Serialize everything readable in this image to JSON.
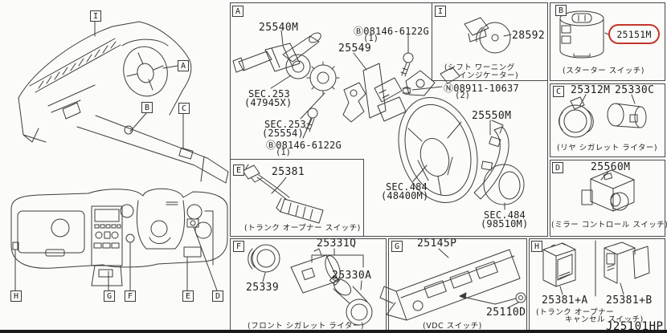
{
  "diagram": {
    "code": "J25101HP",
    "highlighted_part": "25151M",
    "highlight_color": "#c2372b",
    "line_color": "#3c3c3c"
  },
  "callouts": {
    "top_view": [
      "I",
      "A",
      "B",
      "C"
    ],
    "bottom_view": [
      "H",
      "G",
      "F",
      "E",
      "D"
    ]
  },
  "sections": {
    "a": {
      "letter": "A",
      "part_combo_switch": "25540M",
      "bolt_top": "Ⓑ08146-6122G",
      "bolt_top_qty": "(1)",
      "part_bracket": "25549",
      "sec_1": "SEC.253",
      "sec_1_ref": "(47945X)",
      "sec_2": "SEC.253",
      "sec_2_ref": "(25554)",
      "bolt_bottom": "Ⓑ08146-6122G",
      "bolt_bottom_qty": "(1)",
      "nut": "Ⓝ08911-10637",
      "nut_qty": "(2)",
      "part_paddle": "25550M",
      "sec_3": "SEC.484",
      "sec_3_ref": "(48400M)",
      "sec_4": "SEC.484",
      "sec_4_ref": "(98510M)"
    },
    "i": {
      "letter": "I",
      "part": "28592",
      "caption_line1": "(シフト ワーニング",
      "caption_line2": "インジケーター)"
    },
    "b": {
      "letter": "B",
      "part": "25151M",
      "caption": "(スターター スイッチ)"
    },
    "c": {
      "letter": "C",
      "part1": "25312M",
      "part2": "25330C",
      "caption": "(リヤ シガレット ライター)"
    },
    "d": {
      "letter": "D",
      "part": "25560M",
      "caption": "(ミラー コントロール スイッチ)"
    },
    "e": {
      "letter": "E",
      "part": "25381",
      "caption": "(トランク オープナー スイッチ)"
    },
    "f": {
      "letter": "F",
      "part1": "25331Q",
      "part2": "25330A",
      "part3": "25339",
      "caption": "(フロント シガレット ライター)"
    },
    "g": {
      "letter": "G",
      "part1": "25145P",
      "part2": "25110D",
      "caption": "(VDC スイッチ)"
    },
    "h": {
      "letter": "H",
      "part1": "25381+A",
      "part2": "25381+B",
      "caption_line1": "(トランク オープナー",
      "caption_line2": "キャンセル スイッチ)"
    }
  }
}
